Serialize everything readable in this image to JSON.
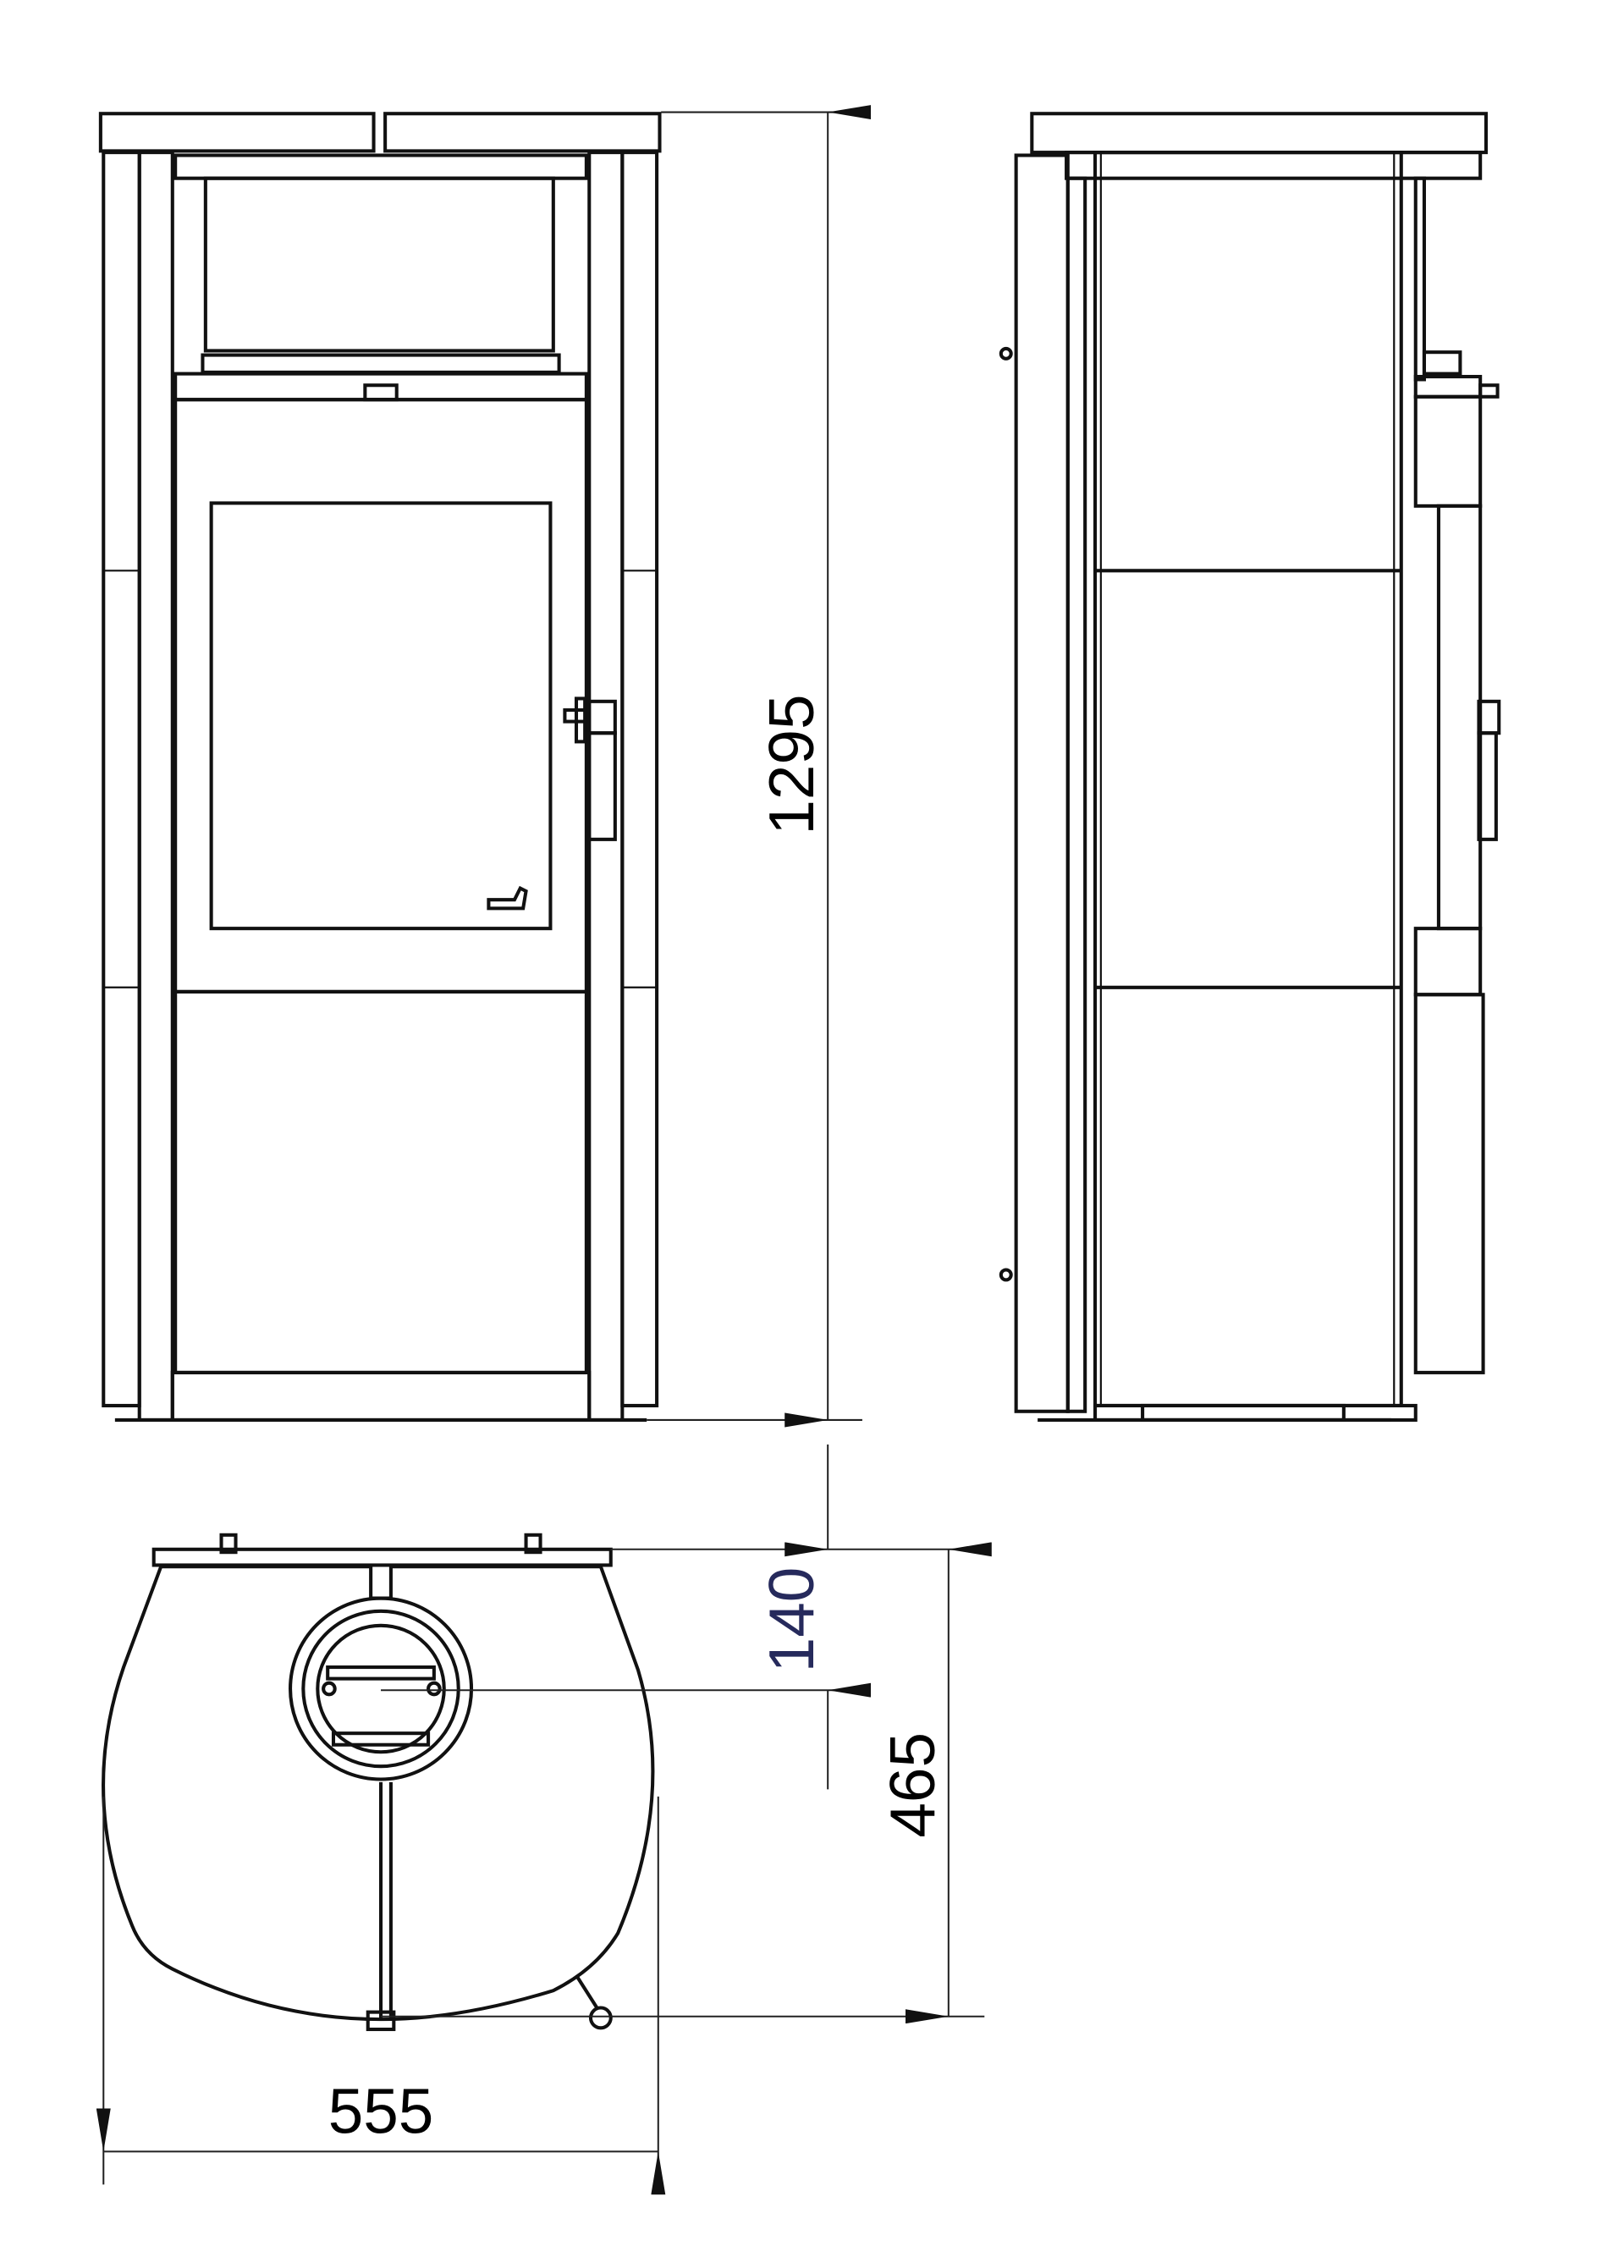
{
  "dimensions": {
    "height": "1295",
    "flue_offset": "140",
    "depth": "465",
    "width": "555"
  },
  "colors": {
    "line": "#111111",
    "flue_offset_text": "#262a5c"
  }
}
